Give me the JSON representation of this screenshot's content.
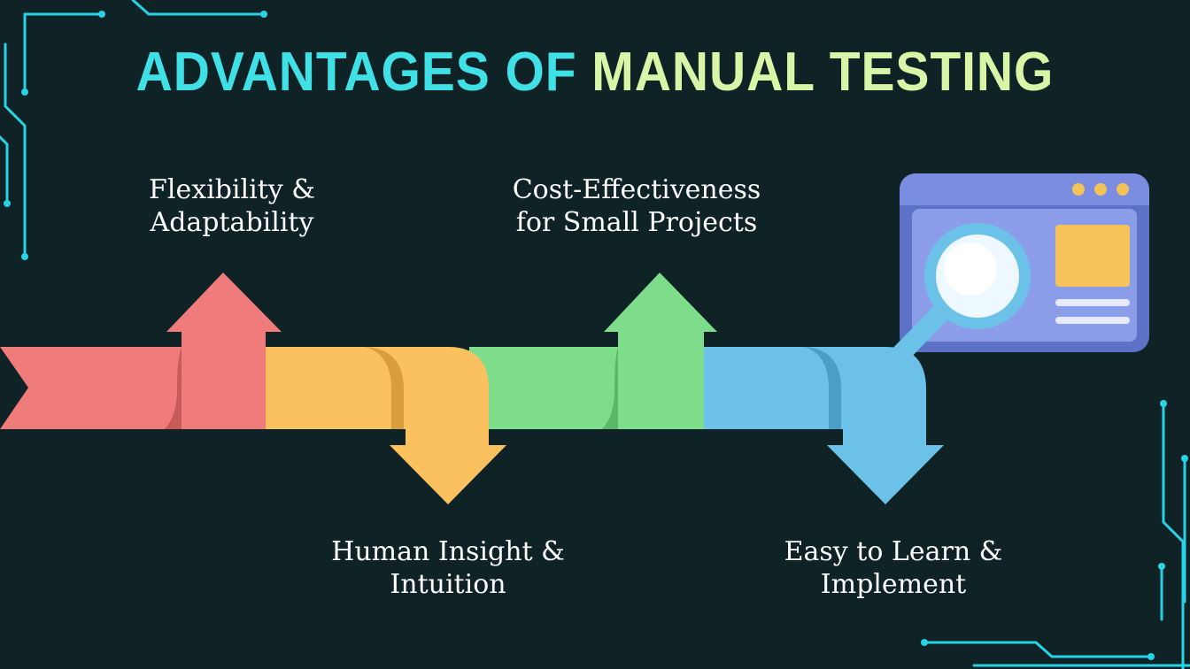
{
  "title": {
    "part1": "ADVANTAGES OF",
    "part2": "MANUAL TESTING"
  },
  "steps": [
    {
      "line1": "Flexibility &",
      "line2": "Adaptability",
      "color": "#f07b7b",
      "direction": "up"
    },
    {
      "line1": "Human Insight &",
      "line2": "Intuition",
      "color": "#fbc15e",
      "direction": "down"
    },
    {
      "line1": "Cost-Effectiveness",
      "line2": "for Small Projects",
      "color": "#7ddd8a",
      "direction": "up"
    },
    {
      "line1": "Easy to Learn &",
      "line2": "Implement",
      "color": "#6cc1e9",
      "direction": "down"
    }
  ],
  "colors": {
    "background": "#0f2226",
    "circuit": "#27d3e6",
    "title_accent": "#3fe0e6",
    "title_highlight": "#d9f5a8"
  },
  "icons": [
    "browser-window-icon",
    "magnifying-glass-icon"
  ]
}
